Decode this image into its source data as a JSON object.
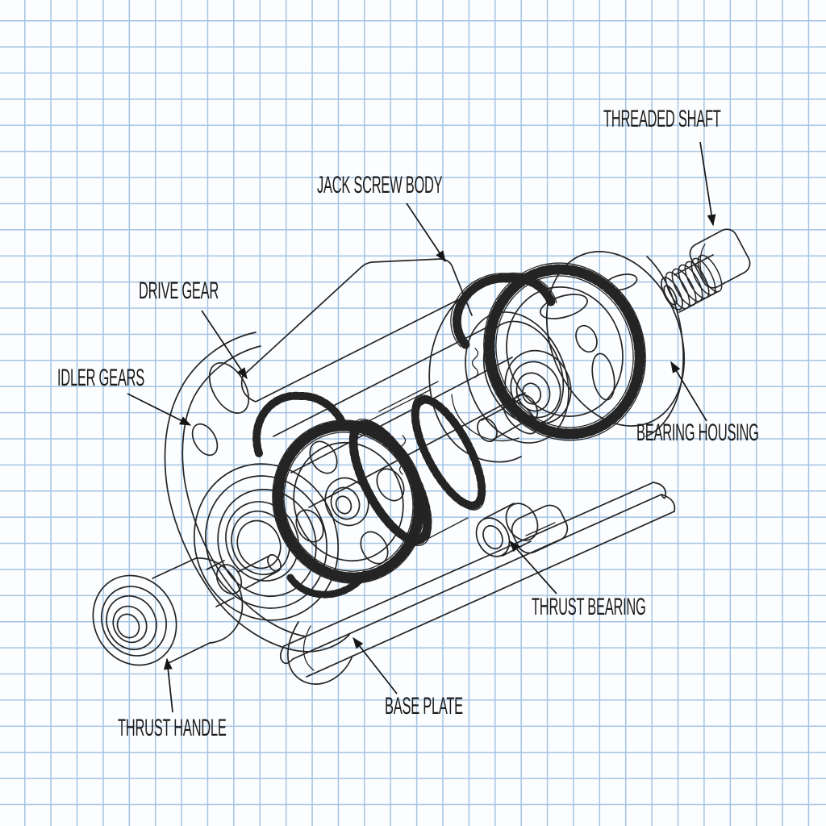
{
  "diagram": {
    "type": "exploded-technical-illustration",
    "subject": "jack screw gear assembly on graph paper",
    "labels": {
      "threaded_shaft": "THREADED SHAFT",
      "jack_screw_body": "JACK SCREW BODY",
      "drive_gear": "DRIVE GEAR",
      "idler_gears": "IDLER GEARS",
      "bearing_housing": "BEARING HOUSING",
      "thrust_bearing": "THRUST BEARING",
      "base_plate": "BASE PLATE",
      "thrust_handle": "THRUST HANDLE"
    },
    "colors": {
      "paper": "#fcfdff",
      "grid_line": "#a3c4e4",
      "ink": "#242424",
      "label_text": "#1b1b1b"
    }
  }
}
